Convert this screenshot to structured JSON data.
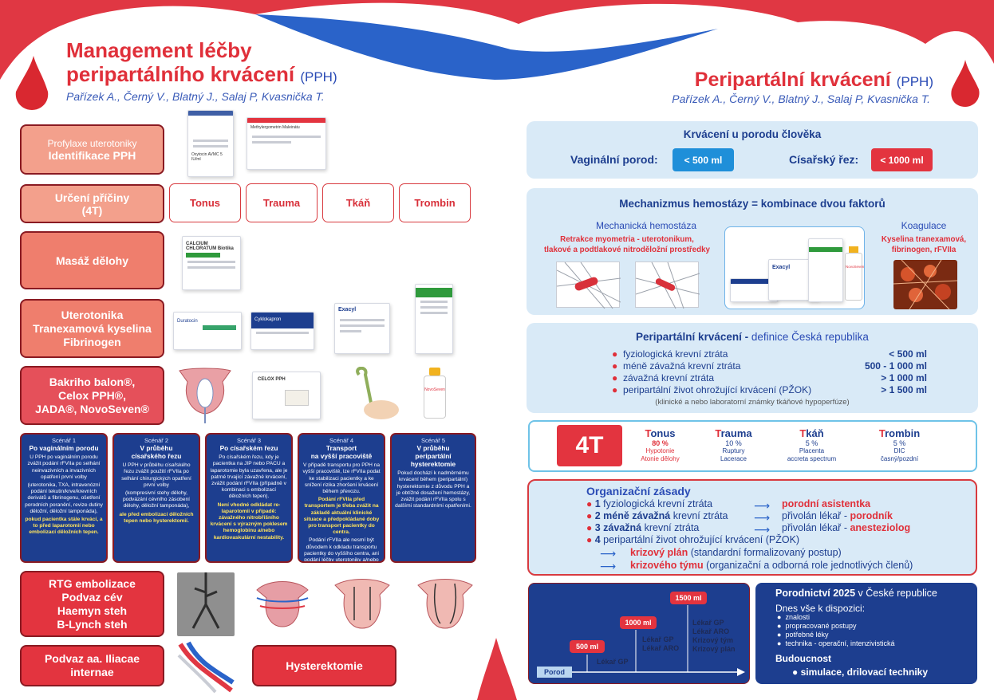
{
  "left": {
    "title_line1": "Management léčby",
    "title_line2": "peripartálního krvácení",
    "title_abbr": "(PPH)",
    "authors": "Pařízek A., Černý V., Blatný J., Salaj P, Kvasnička T.",
    "steps": {
      "prophylaxis_sub": "Profylaxe uterotoniky",
      "prophylaxis_main": "Identifikace PPH",
      "cause": "Určení příčiny\n(4T)",
      "massage": "Masáž dělohy",
      "drugs": "Uterotonika\nTranexamová kyselina\nFibrinogen",
      "devices": "Bakriho balon®,\nCelox PPH®,\nJADA®, NovoSeven®",
      "embolization": "RTG embolizace\nPodvaz cév\nHaemyn steh\nB-Lynch steh",
      "ligation": "Podvaz aa. Iliacae\ninternae",
      "hysterectomy": "Hysterektomie"
    },
    "four_t": [
      "Tonus",
      "Trauma",
      "Tkáň",
      "Trombin"
    ],
    "products": {
      "oxytocin": "Oxytocin AVMC 5 IU/ml",
      "methylergometrin": "Methylergometrin Maleinátu",
      "calcium": "CALCIUM CHLORATUM Biotika",
      "duratocin": "Duratocin",
      "cyklokapron": "Cyklokapron",
      "exacyl": "Exacyl",
      "celox": "CELOX PPH",
      "novoseven": "NovoSeven"
    },
    "scenarios": [
      {
        "label": "Scénář 1",
        "title": "Po vaginálním porodu",
        "paras": [
          "U PPH po vaginálním porodu zvážit podání rFVIIa po selhání neinvazivních a invazivních opatření první volby",
          "(uterotonika, TXA, intravenózní podání tekutin/krve/krevních derivátů a fibrinogenu, ošetření porodních poranění, revize dutiny děložní, děložní tamponáda),",
          "pokud pacientka stále krvácí, a to před laparotomií nebo embolizací děložních tepen."
        ]
      },
      {
        "label": "Scénář 2",
        "title": "V průběhu\ncísařského řezu",
        "paras": [
          "U PPH v průběhu císařského řezu zvážit použití rFVIIa po selhání chirurgických opatření první volby",
          "(kompresivní stehy dělohy, podvázání cévního zásobení dělohy, děložní tamponáda),",
          "ale před embolizací děložních tepen nebo hysterektomií."
        ]
      },
      {
        "label": "Scénář 3",
        "title": "Po císařském řezu",
        "paras": [
          "Po císařském řezu, kdy je pacientka na JIP nebo PACU a laparotomie byla uzavřena, ale je patrné trvající závažné krvácení, zvážit podání rFVIIa (případně v kombinaci s embolizací děložních tepen).",
          "Není vhodné odkládat re-laparotomii v případě: závažného nitrobřišního krvácení s výrazným poklesem hemoglobinu a/nebo kardiovaskulární nestability."
        ]
      },
      {
        "label": "Scénář 4",
        "title": "Transport\nna vyšší pracoviště",
        "paras": [
          "V případě transportu pro PPH na vyšší pracoviště, lze rFVIIa podat ke stabilizaci pacientky a ke snížení rizika zhoršení krvácení během převozu.",
          "Podání rFVIIa před transportem je třeba zvážit na základě aktuální klinické situace a předpokládané doby pro transport pacientky do centra.",
          "Podání rFVIIa ale nesmí být důvodem k odkladu transportu pacientky do vyššího centra, ani podání léčby uterotoniky a/nebo děložní tamponády."
        ]
      },
      {
        "label": "Scénář 5",
        "title": "V průběhu\nperipartální\nhysterektomie",
        "paras": [
          "Pokud dochází k nadměrnému krvácení během (peripartální) hysterektomie z důvodu PPH a je obtížné dosažení hemostázy, zvážit podání rFVIIa spolu s dalšími standardními opatřeními."
        ]
      }
    ]
  },
  "right": {
    "title": "Peripartální krvácení",
    "title_abbr": "(PPH)",
    "authors": "Pařízek A., Černý V., Blatný J., Salaj P, Kvasnička T.",
    "bleeding": {
      "title": "Krvácení u porodu člověka",
      "vaginal_label": "Vaginální porod:",
      "vaginal_value": "< 500 ml",
      "cs_label": "Císařský řez:",
      "cs_value": "< 1000 ml"
    },
    "hemostasis": {
      "title": "Mechanizmus hemostázy = kombinace dvou faktorů",
      "mech_title": "Mechanická hemostáza",
      "mech_desc": "Retrakce myometria - uterotonikum,\ntlakové a podtlakové nitroděložní prostředky",
      "coag_title": "Koagulace",
      "coag_desc": "Kyselina tranexamová,\nfibrinogen, rFVIIa"
    },
    "definition": {
      "title_bold": "Peripartální krvácení -",
      "title_rest": " definice Česká republika",
      "rows": [
        {
          "label": "fyziologická krevní ztráta",
          "value": "< 500 ml"
        },
        {
          "label": "méně závažná krevní ztráta",
          "value": "500 - 1 000 ml"
        },
        {
          "label": "závažná krevní ztráta",
          "value": "> 1 000 ml"
        },
        {
          "label": "peripartální život ohrožující krvácení (PŽOK)",
          "value": "> 1 500 ml"
        }
      ],
      "note": "(klinické a nebo laboratorní známky tkáňové hypoperfúze)"
    },
    "fourT": {
      "badge": "4T",
      "items": [
        {
          "first": "T",
          "rest": "onus",
          "pct": "80 %",
          "desc": "Hypotonie\nAtonie dělohy"
        },
        {
          "first": "T",
          "rest": "rauma",
          "pct": "10 %",
          "desc": "Ruptury\nLacerace"
        },
        {
          "first": "T",
          "rest": "káň",
          "pct": "5 %",
          "desc": "Placenta\naccreta spectrum"
        },
        {
          "first": "T",
          "rest": "rombin",
          "pct": "5 %",
          "desc": "DIC\nčasný/pozdní"
        }
      ]
    },
    "org": {
      "title": "Organizační zásady",
      "rows": [
        {
          "num": "1",
          "label_bold": "",
          "label": "fyziologická krevní ztráta",
          "target_pre": "",
          "target": "porodní asistentka"
        },
        {
          "num": "2",
          "label_bold": "méně závažná",
          "label": " krevní ztráta",
          "target_pre": "přivolán lékař - ",
          "target": "porodník"
        },
        {
          "num": "3",
          "label_bold": "závažná",
          "label": " krevní ztráta",
          "target_pre": "přivolán lékař - ",
          "target": "anesteziolog"
        },
        {
          "num": "4",
          "label_bold": "",
          "label": "peripartální život ohrožující krvácení (PŽOK)",
          "target_pre": "",
          "target": ""
        }
      ],
      "sub1_bold": "krizový plán",
      "sub1_rest": " (standardní formalizovaný postup)",
      "sub2_bold": "krizového týmu",
      "sub2_rest": " (organizační a odborná role jednotlivých členů)"
    },
    "timeline": {
      "porod": "Porod",
      "m500": "500 ml",
      "m1000": "1000 ml",
      "m1500": "1500 ml",
      "staff500": "Lékař GP",
      "staff1000": "Lékař GP\nLékař ARO",
      "staff1500": "Lékař GP\nLékař ARO\nKrizový tým\nKrizový plán"
    },
    "future": {
      "title_bold": "Porodnictví 2025",
      "title_rest": " v České republice",
      "avail": "Dnes vše k dispozici:",
      "items": [
        "znalosti",
        "propracované postupy",
        "potřebné léky",
        "technika - operační, intenzivistická"
      ],
      "future_title": "Budoucnost",
      "future_item": "simulace, drilovací techniky"
    }
  }
}
